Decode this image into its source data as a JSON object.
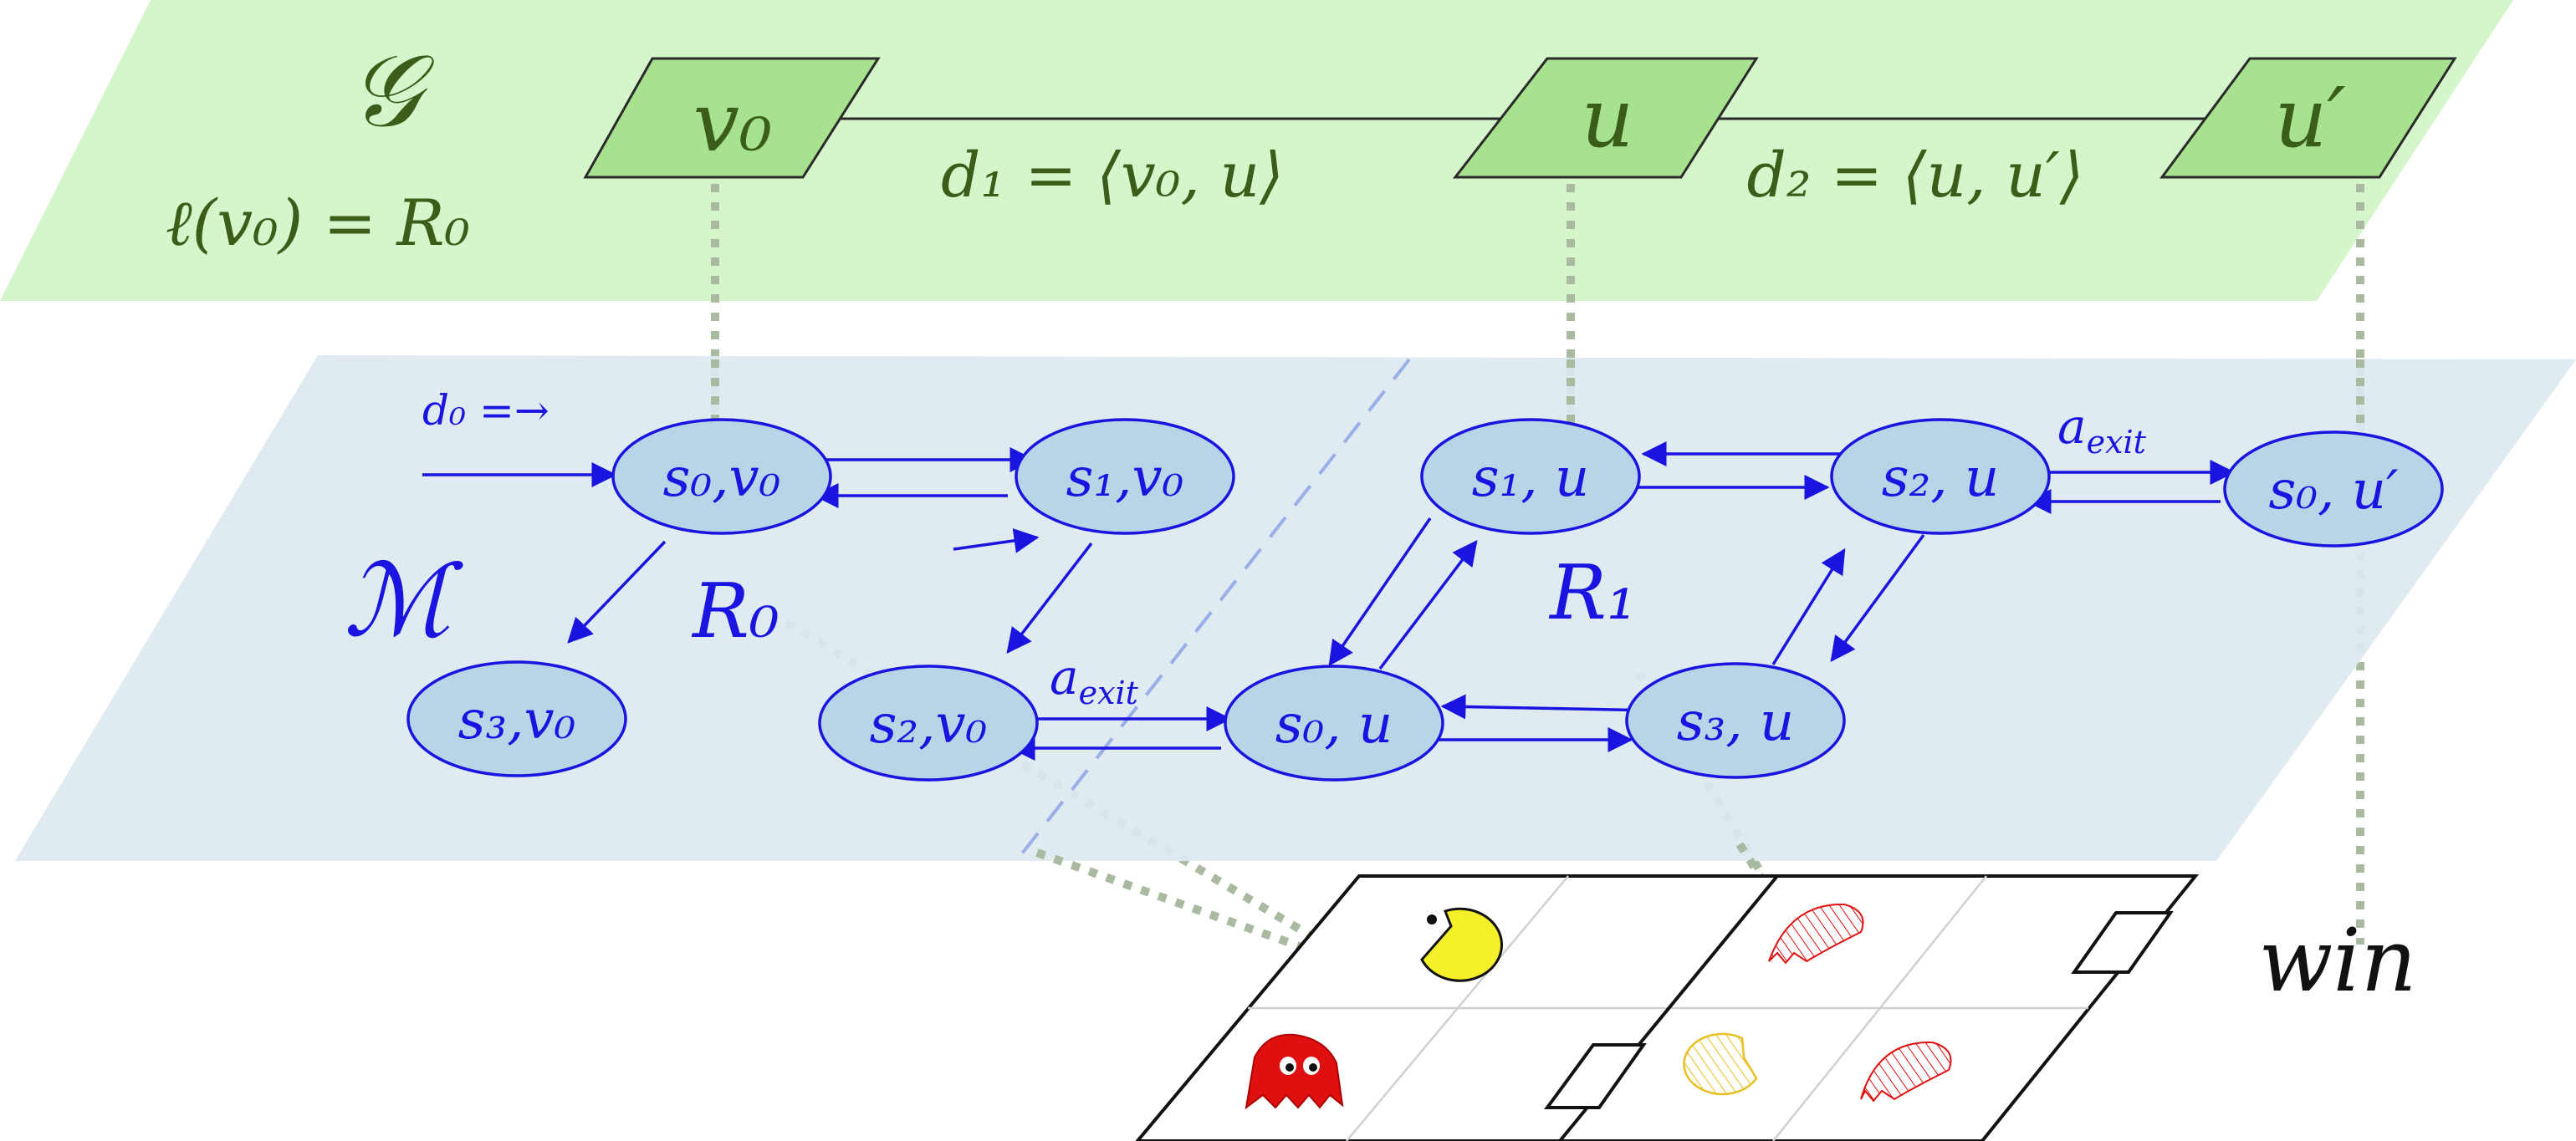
{
  "colors": {
    "graph_plane": "#d5f5cb",
    "graph_node": "#a7e28e",
    "graph_text": "#3a5e1a",
    "mdp_plane": "#dce8f0",
    "mdp_node": "#b8d5e8",
    "mdp_blue": "#1a14e0",
    "dotted_link": "#a9baa0",
    "ghost_red": "#e01010",
    "pacman_yellow": "#f5f02a"
  },
  "graph": {
    "symbol": "𝒢",
    "label_fn": "ℓ(v₀) = R₀",
    "nodes": [
      "v₀",
      "u",
      "u′"
    ],
    "edges": [
      "d₁ = ⟨v₀, u⟩",
      "d₂ = ⟨u, u′⟩"
    ]
  },
  "mdp": {
    "symbol": "ℳ",
    "init_label": "d₀ =→",
    "regions": [
      "R₀",
      "R₁"
    ],
    "states": [
      "s₀,v₀",
      "s₁,v₀",
      "s₂,v₀",
      "s₃,v₀",
      "s₀, u",
      "s₁, u",
      "s₂, u",
      "s₃, u",
      "s₀, u′"
    ],
    "exit_action_base": "a",
    "exit_action_sub": "exit"
  },
  "grid": {
    "icons": [
      "pacman-icon",
      "ghost-icon",
      "faded-pacman-icon",
      "faded-ghost-icon",
      "door-icon"
    ]
  },
  "win_label": "win"
}
